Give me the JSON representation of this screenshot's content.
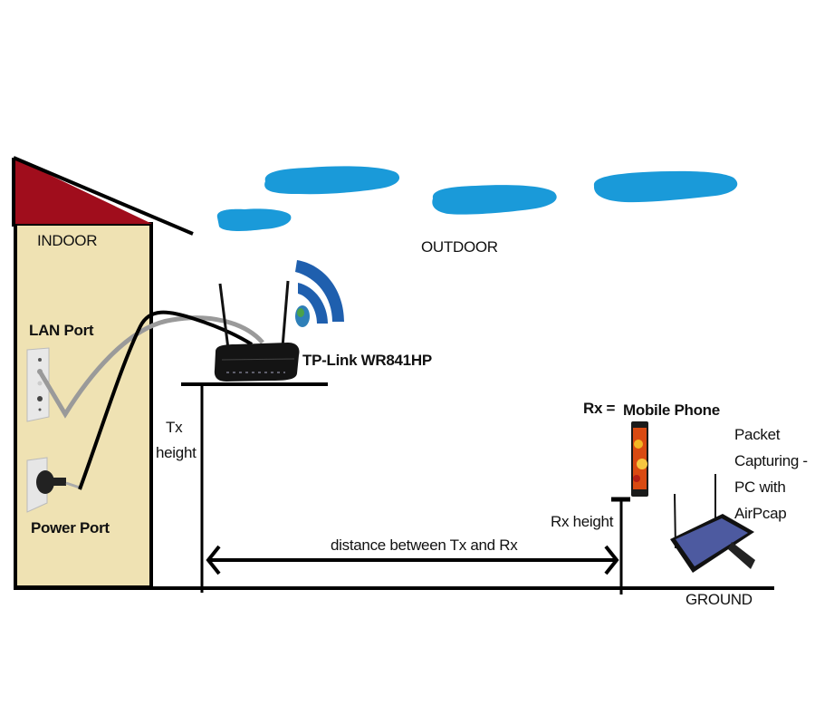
{
  "labels": {
    "indoor": "INDOOR",
    "outdoor": "OUTDOOR",
    "lan_port": "LAN Port",
    "power_port": "Power Port",
    "router": "TP-Link WR841HP",
    "tx_height_line1": "Tx",
    "tx_height_line2": "height",
    "rx_eq": "Rx =",
    "mobile_phone": "Mobile Phone",
    "rx_height": "Rx height",
    "distance": "distance between Tx and Rx",
    "packet_line1": "Packet",
    "packet_line2": "Capturing -",
    "packet_line3": "PC with",
    "packet_line4": "AirPcap",
    "ground": "GROUND"
  },
  "colors": {
    "roof": "#a00d1c",
    "wall": "#efe2b3",
    "cloud": "#1a9ad9",
    "wifi": "#1f5fae",
    "line": "#000000",
    "lan_cable": "#9a9a9a"
  },
  "icons": {
    "wifi": "wifi-signal-icon",
    "router": "router-icon",
    "phone": "mobile-phone-icon",
    "tablet": "tablet-pc-icon",
    "lan_socket": "lan-wall-socket-icon",
    "power_socket": "power-outlet-icon"
  }
}
